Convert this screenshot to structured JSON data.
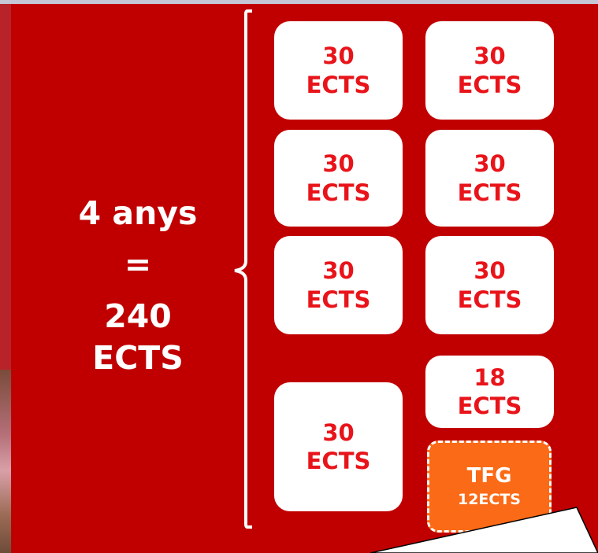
{
  "colors": {
    "background": "#c00000",
    "box": "#ffffff",
    "box_text": "#e8141a",
    "highlight": "#fb6a16",
    "label_text": "#ffffff"
  },
  "summary": {
    "years": "4 anys",
    "equals": "=",
    "total_value": "240",
    "total_unit": "ECTS"
  },
  "semesters": [
    {
      "value": "30",
      "unit": "ECTS"
    },
    {
      "value": "30",
      "unit": "ECTS"
    },
    {
      "value": "30",
      "unit": "ECTS"
    },
    {
      "value": "30",
      "unit": "ECTS"
    },
    {
      "value": "30",
      "unit": "ECTS"
    },
    {
      "value": "30",
      "unit": "ECTS"
    },
    {
      "value": "30",
      "unit": "ECTS"
    },
    {
      "value": "18",
      "unit": "ECTS"
    }
  ],
  "tfg": {
    "label": "TFG",
    "credits": "12ECTS"
  }
}
